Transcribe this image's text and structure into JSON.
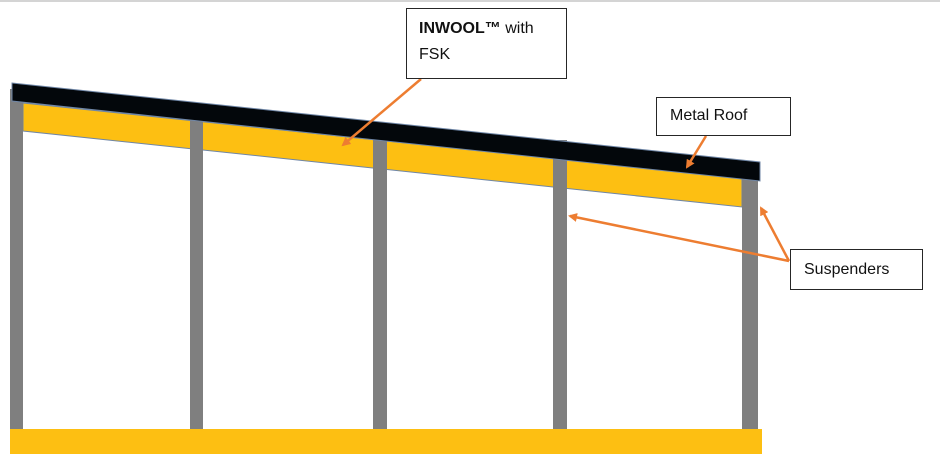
{
  "diagram": {
    "title": "Metal roof with INWOOL insulation and suspenders",
    "colors": {
      "roof": "#03070b",
      "roof_outline": "#6f86a6",
      "insulation": "#fdbf12",
      "post": "#7f7f7f",
      "base": "#fdbf12",
      "arrow": "#ed7d31",
      "callout_border": "#262626",
      "page_rule": "#d4d4d4"
    },
    "structure": {
      "post_count": 5,
      "roof_slope": "falls from left to right",
      "components": [
        "Metal Roof",
        "INWOOL insulation with FSK",
        "Suspenders (posts)",
        "Base beam"
      ]
    },
    "callouts": {
      "inwool": {
        "brand": "INWOOL™",
        "line1_rest": " with",
        "line2": "FSK",
        "points_to": "insulation"
      },
      "metal_roof": {
        "label": "Metal Roof",
        "points_to": "roof"
      },
      "suspenders": {
        "label": "Suspenders",
        "points_to": [
          "post-4",
          "post-5"
        ]
      }
    }
  }
}
